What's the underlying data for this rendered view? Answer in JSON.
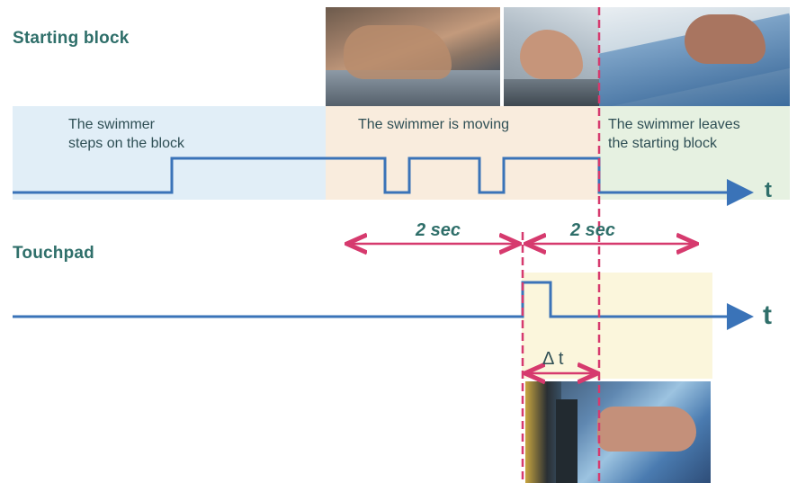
{
  "sections": {
    "starting_block": "Starting block",
    "touchpad": "Touchpad"
  },
  "phases": {
    "steps_on_line1": "The swimmer",
    "steps_on_line2": "steps on the block",
    "moving": "The swimmer is moving",
    "leaves_line1": "The swimmer leaves",
    "leaves_line2": "the starting block"
  },
  "axes": {
    "starting_block_label": "t",
    "touchpad_label": "t"
  },
  "intervals": {
    "before": "2 sec",
    "after": "2 sec",
    "delta": "Δ t"
  },
  "colors": {
    "signal": "#3a73b8",
    "marker": "#d63a6e",
    "zone_step": "#e1eef7",
    "zone_moving": "#f9ecdd",
    "zone_leave": "#e6f1e1",
    "zone_touch": "#fbf6dc",
    "heading": "#2f6f6a"
  },
  "photos": [
    {
      "name": "feet-on-block-photo"
    },
    {
      "name": "foot-pushing-off-photo"
    },
    {
      "name": "hands-on-block-photo"
    },
    {
      "name": "hand-on-touchpad-photo"
    }
  ]
}
